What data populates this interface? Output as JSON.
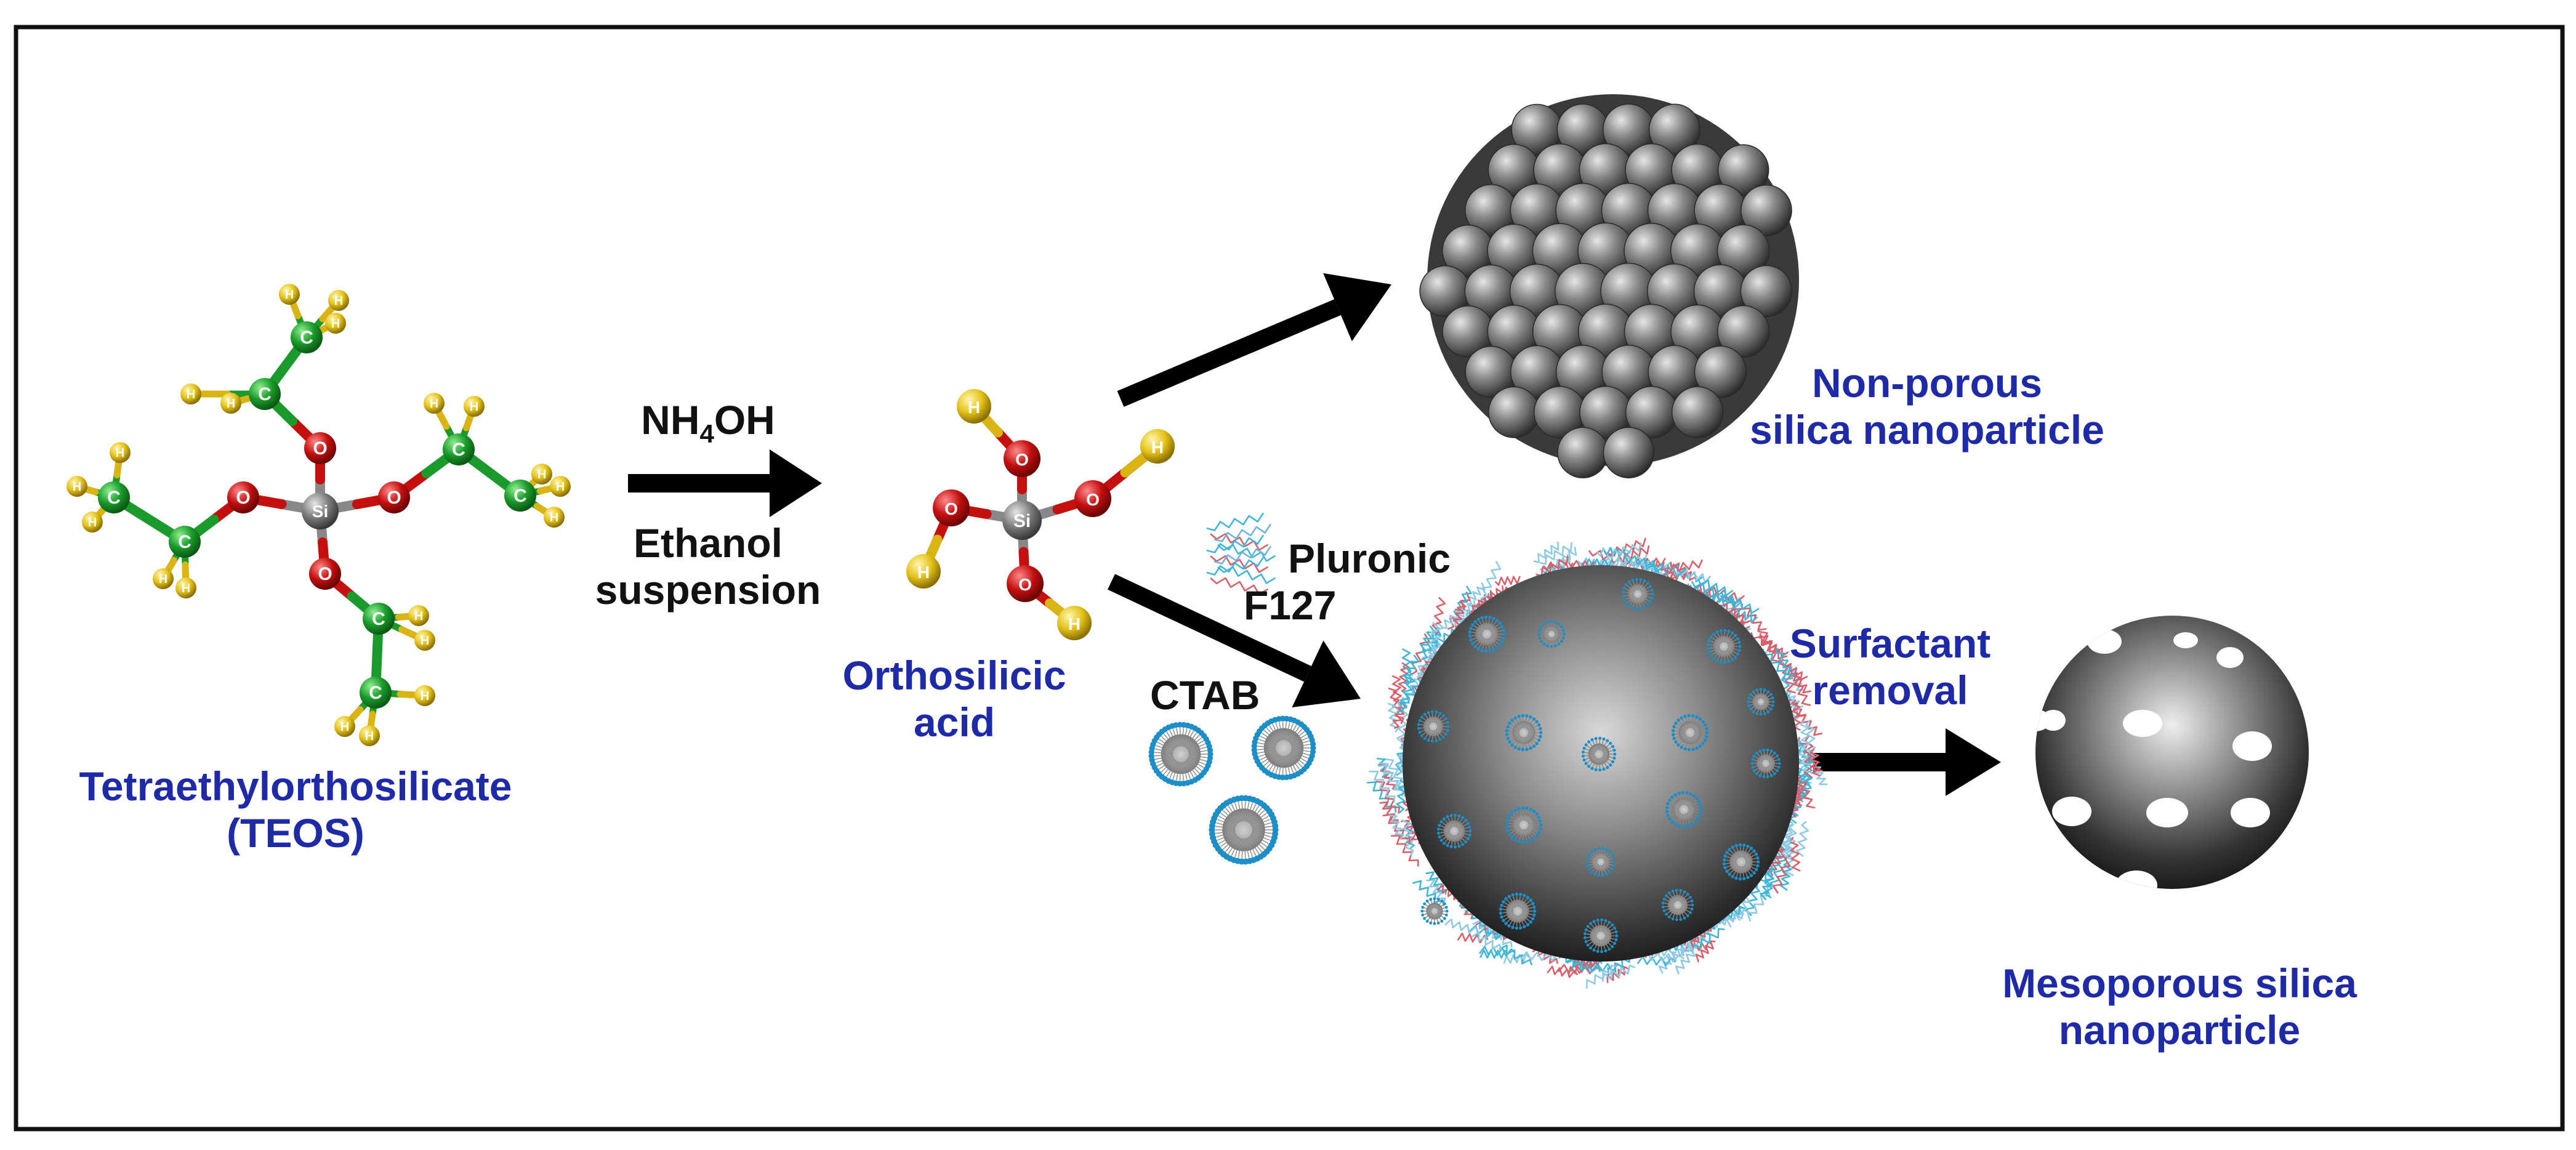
{
  "labels": {
    "teos_name": "Tetraethylorthosilicate",
    "teos_abbr": "(TEOS)",
    "reagent_base": "NH",
    "reagent_sub": "4",
    "reagent_tail": "OH",
    "solvent_line1": "Ethanol",
    "solvent_line2": "suspension",
    "acid_line1": "Orthosilicic",
    "acid_line2": "acid",
    "nonporous_line1": "Non-porous",
    "nonporous_line2": "silica nanoparticle",
    "pluronic_line1": "Pluronic",
    "pluronic_line2": "F127",
    "ctab": "CTAB",
    "removal_line1": "Surfactant",
    "removal_line2": "removal",
    "mesoporous_line1": "Mesoporous silica",
    "mesoporous_line2": "nanoparticle"
  },
  "atoms": {
    "silicon": "Si",
    "oxygen": "O",
    "carbon": "C",
    "hydrogen": "H"
  },
  "colors": {
    "label_blue": "#1f2aa6",
    "carbon_green": "#1a9a2a",
    "oxygen_red": "#c40f0f",
    "hydrogen_yellow": "#e4c21a",
    "silicon_gray": "#7a7a7a",
    "micelle_blue": "#1e8fc6",
    "pluronic_red": "#d9606a",
    "pluronic_cyan": "#3fb6d8"
  }
}
